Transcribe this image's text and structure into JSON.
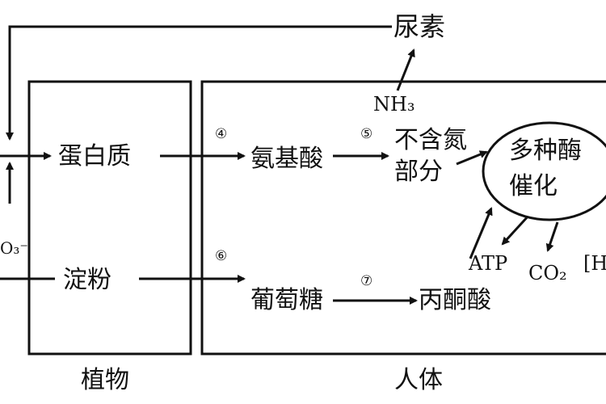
{
  "groups": {
    "plant": "植物",
    "human": "人体"
  },
  "nodes": {
    "urea": "尿素",
    "nh3": "NH₃",
    "protein": "蛋白质",
    "amino_acid": "氨基酸",
    "nitrogen_free_line1": "不含氮",
    "nitrogen_free_line2": "部分",
    "enzymes_line1": "多种酶",
    "enzymes_line2": "催化",
    "starch": "淀粉",
    "glucose": "葡萄糖",
    "pyruvate": "丙酮酸",
    "atp": "ATP",
    "co2": "CO₂",
    "h_partial": "[H",
    "no3_partial": "O₃⁻"
  },
  "steps": {
    "s4": "④",
    "s5": "⑤",
    "s6": "⑥",
    "s7": "⑦"
  }
}
